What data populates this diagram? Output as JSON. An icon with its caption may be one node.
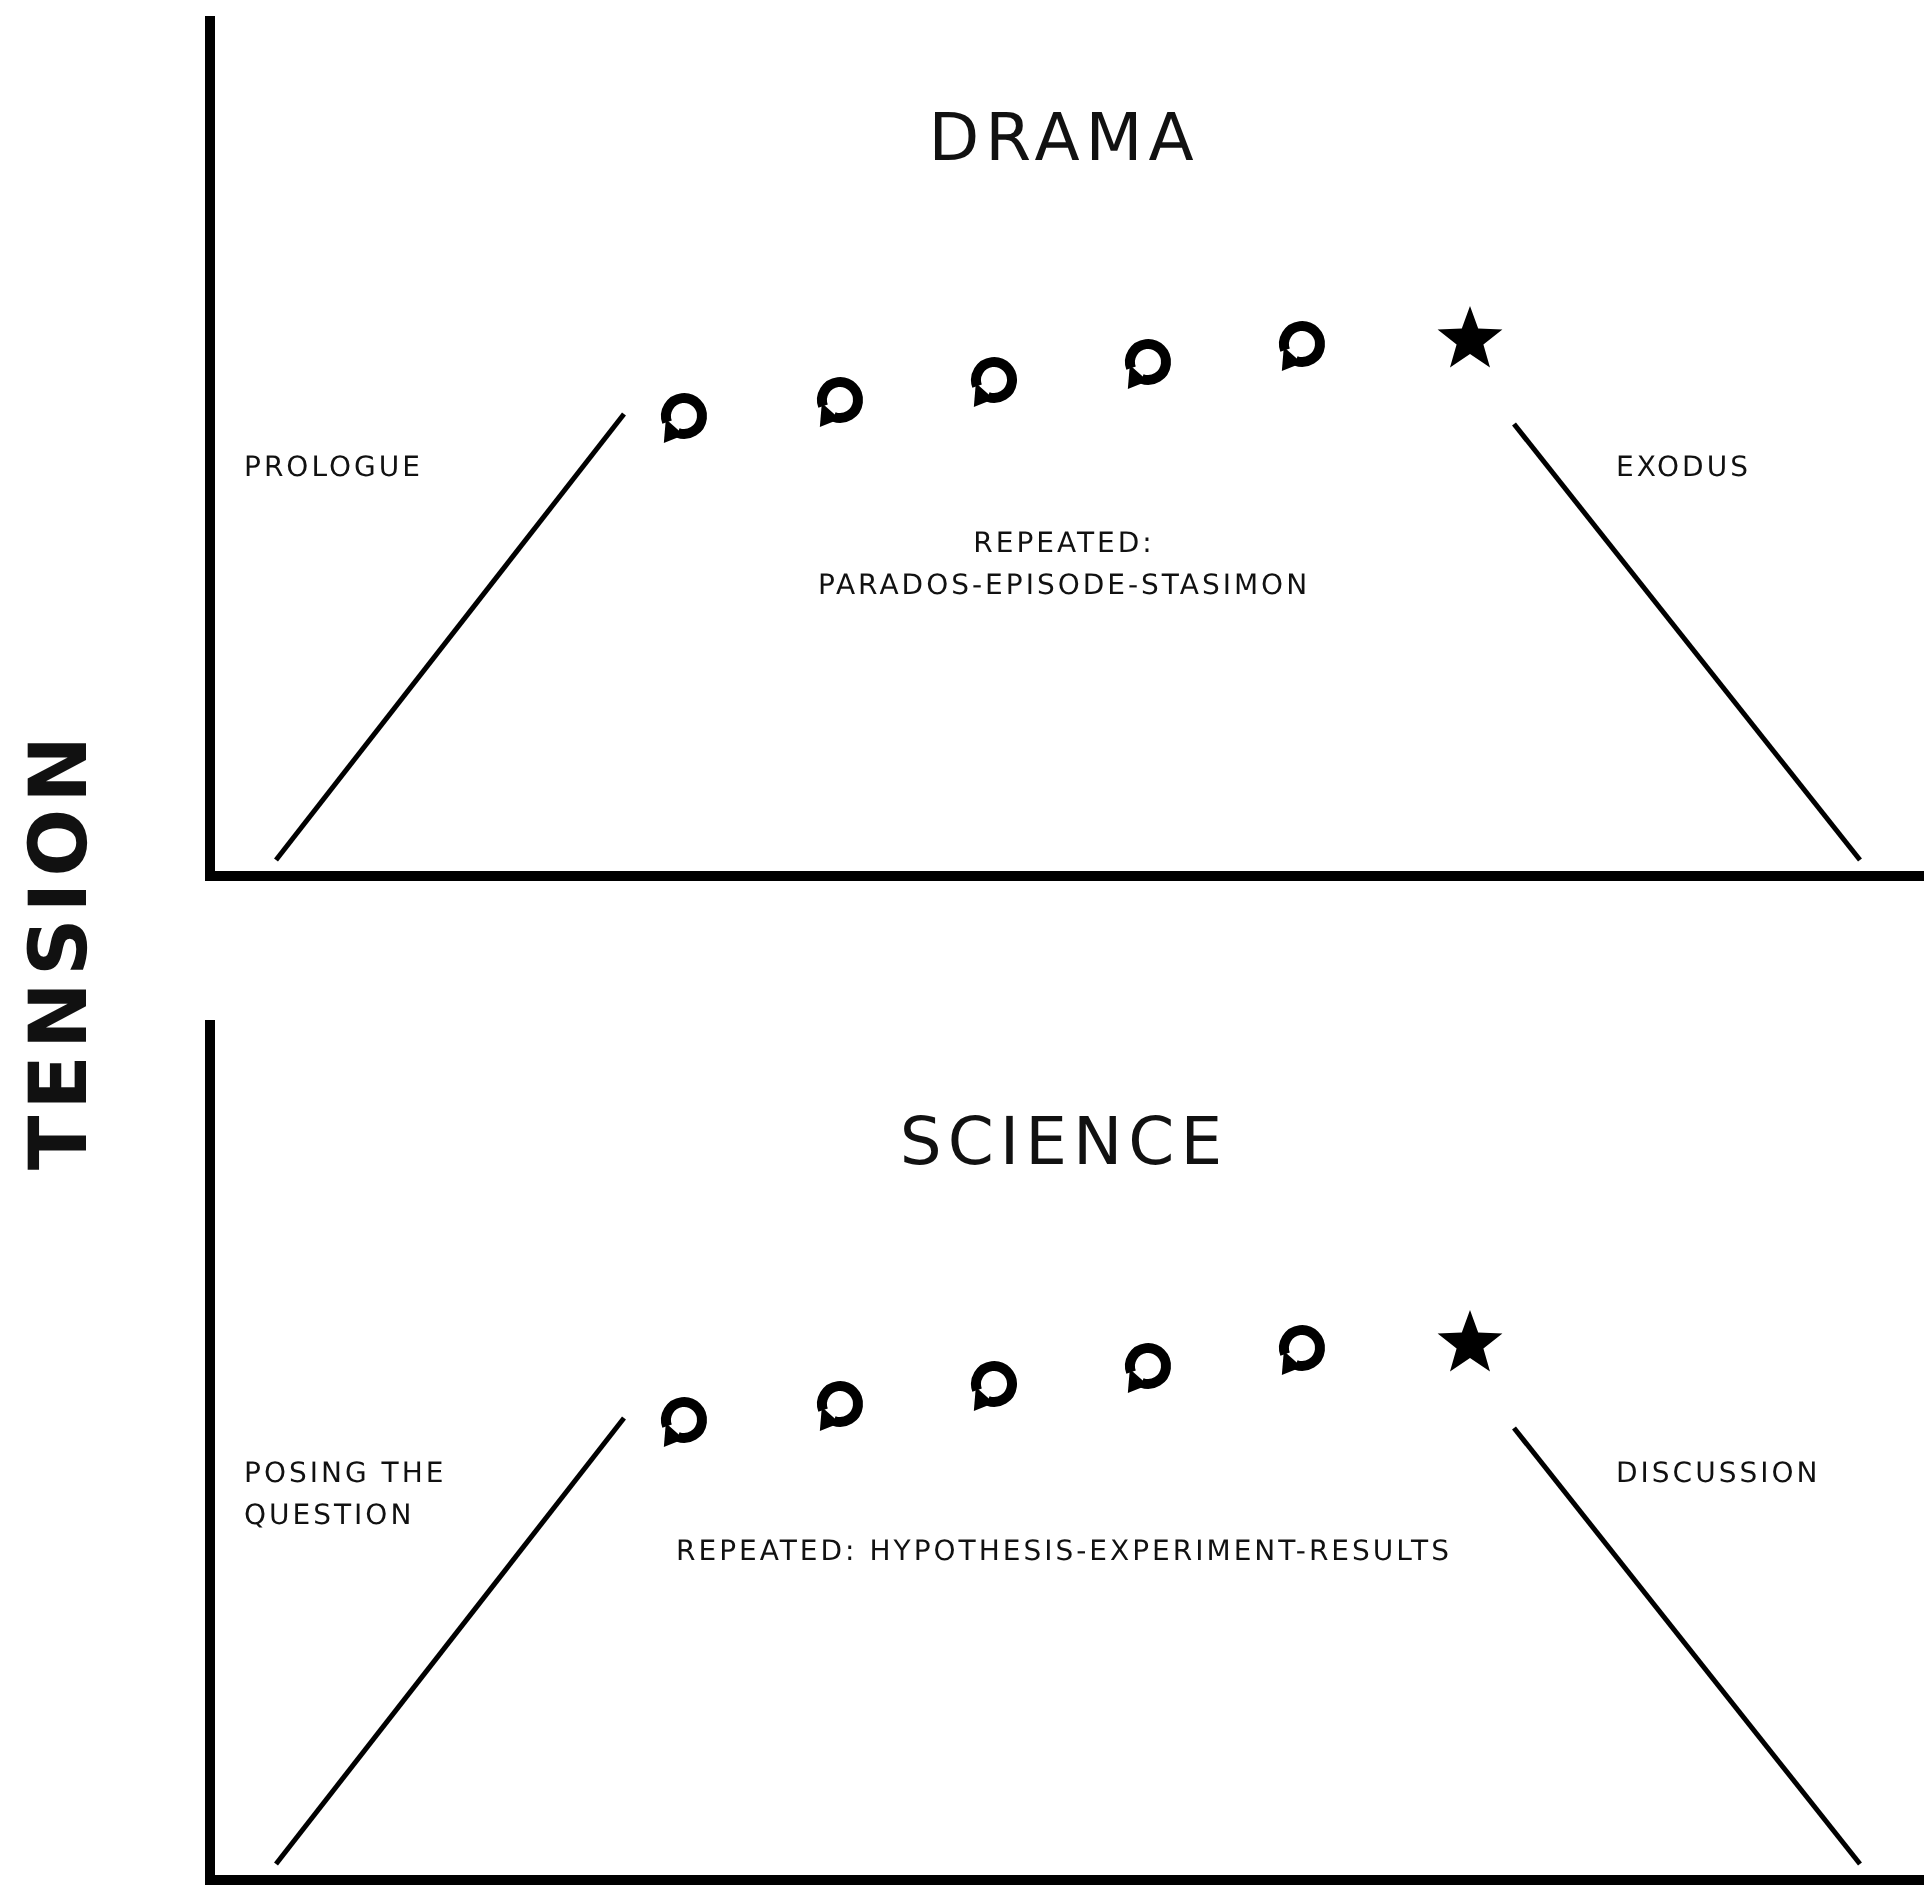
{
  "diagram": {
    "labels": [
      "DRAMA",
      "PROLOGUE",
      "REPEATED: PARADOS-EPISODE-STASIMON",
      "EXODUS",
      "TENSION",
      "SCIENCE",
      "POSING THE QUESTION",
      "REPEATED: HYPOTHESIS-EXPERIMENT-RESULTS",
      "DISCUSSION"
    ]
  }
}
